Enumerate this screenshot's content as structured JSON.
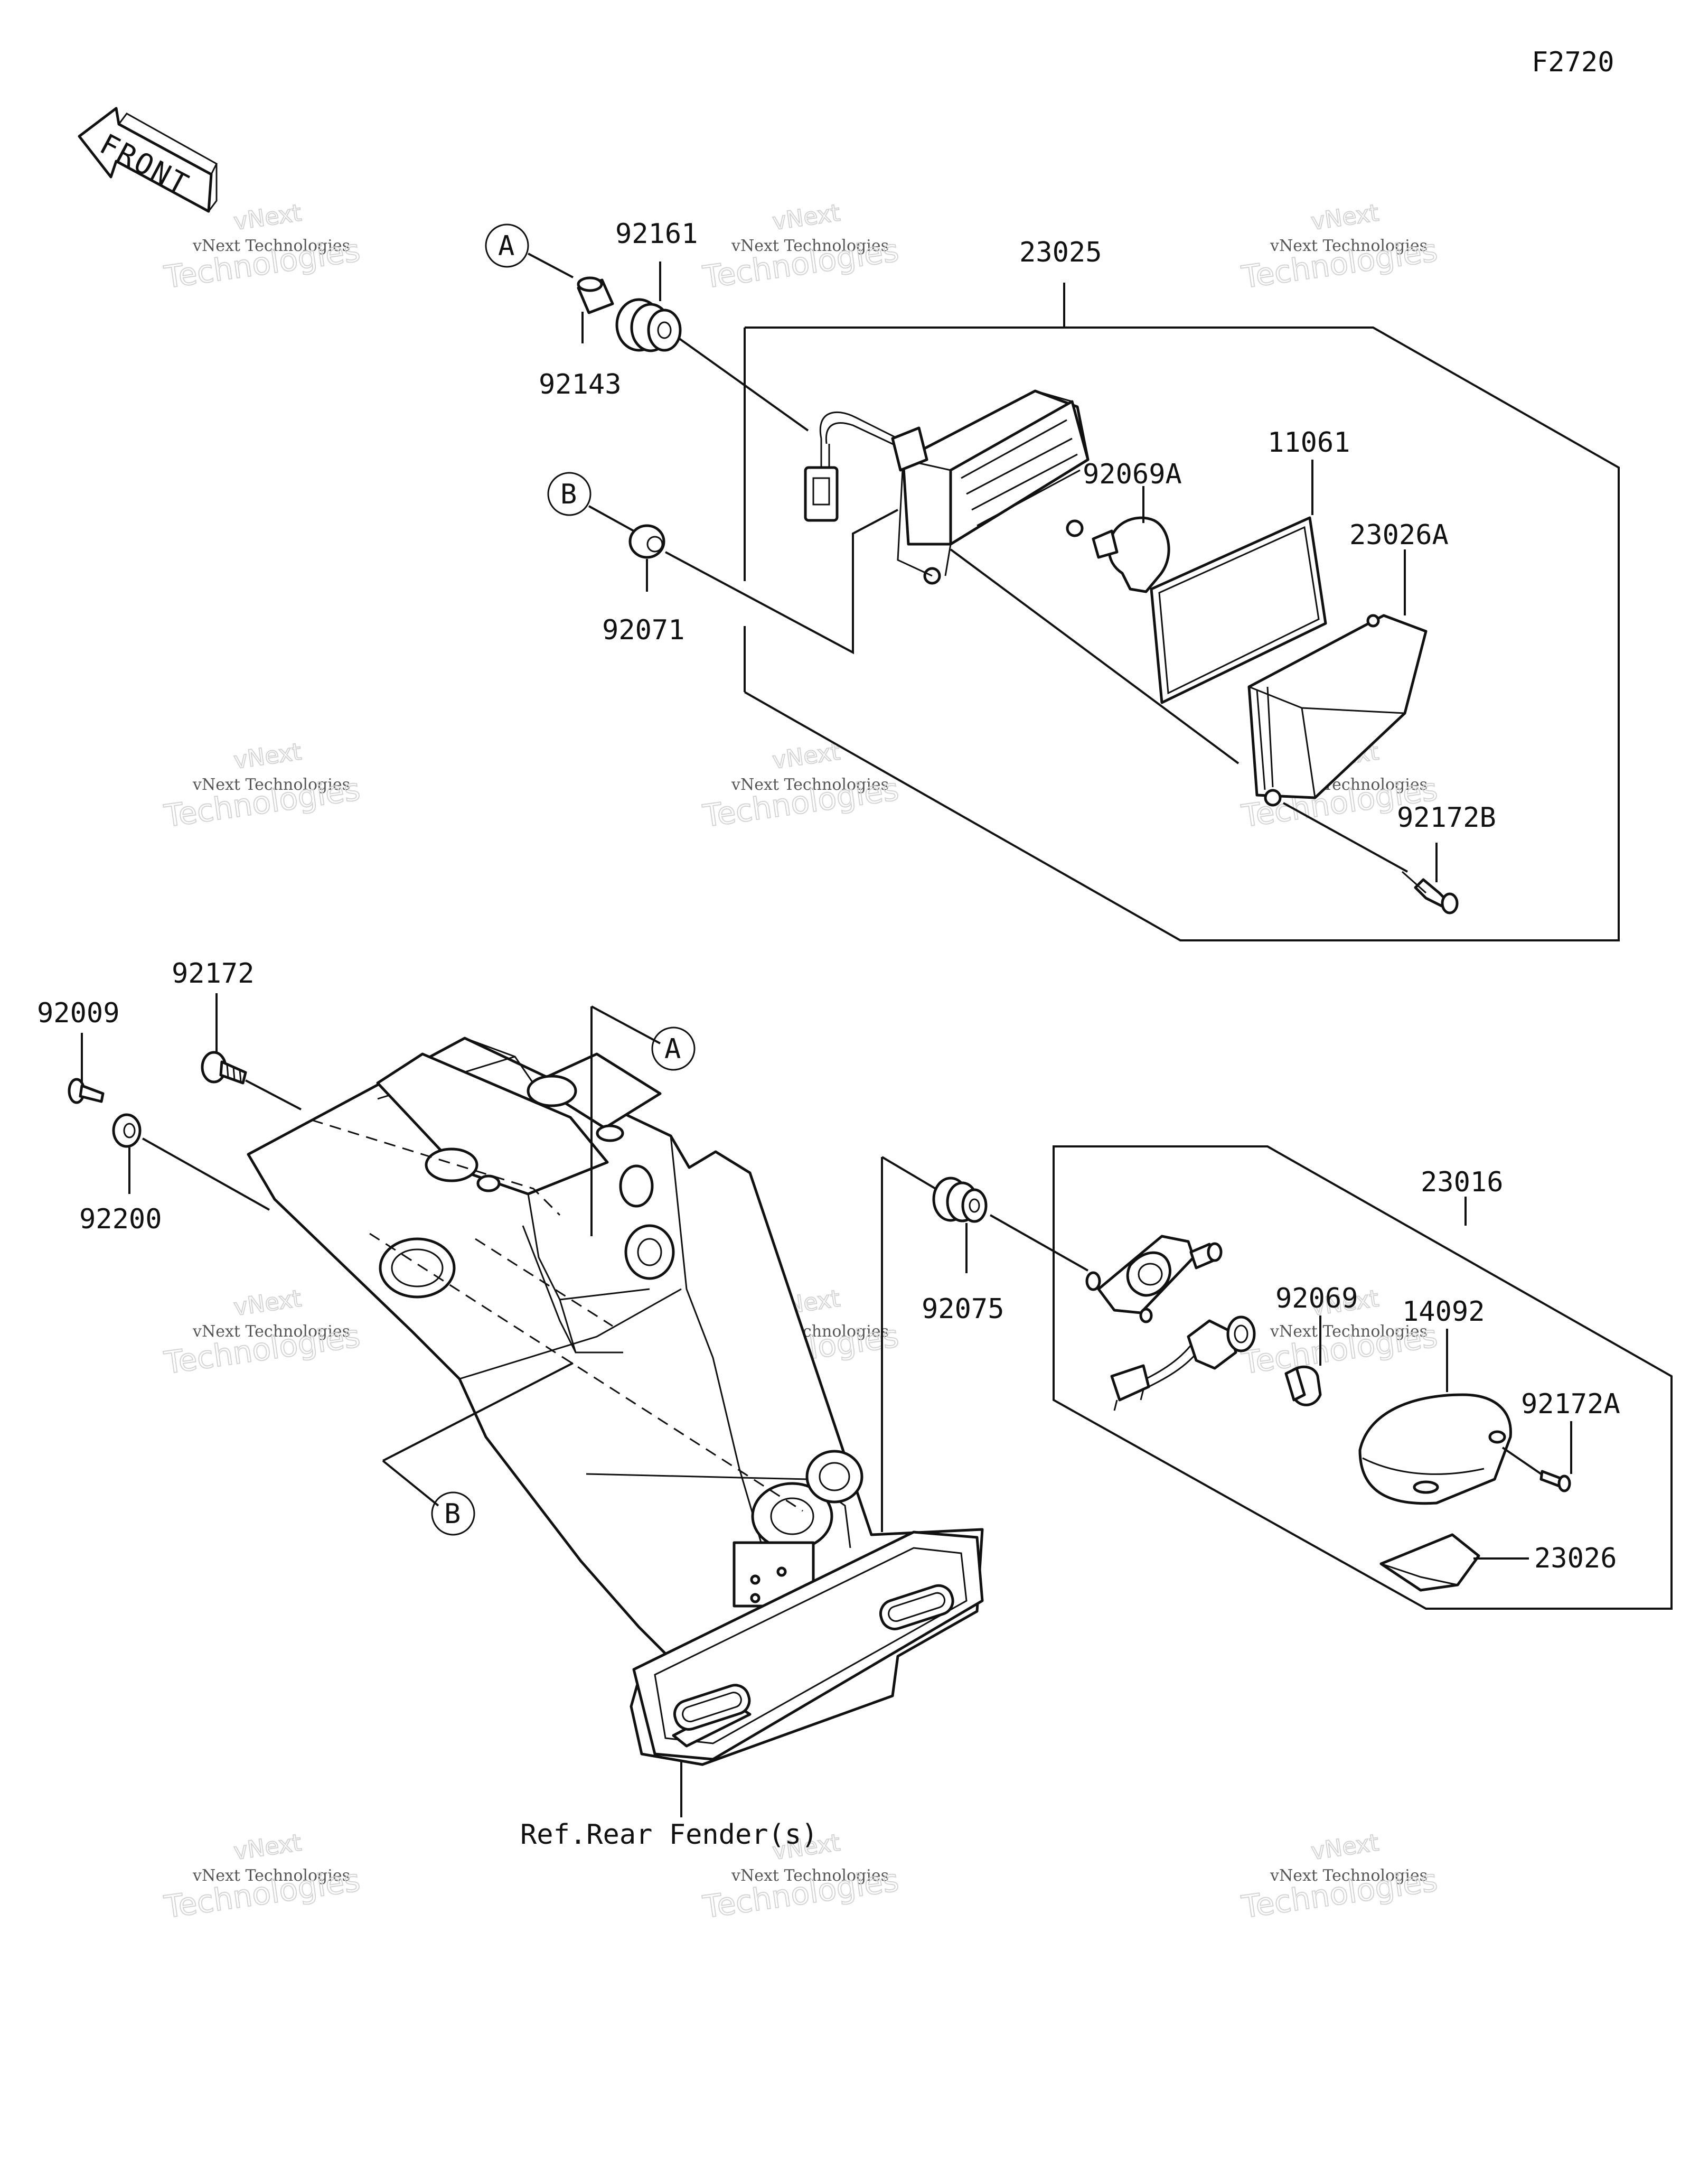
{
  "figure_code": "F2720",
  "front_arrow_text": "FRONT",
  "reference_label": "Ref.Rear Fender(s)",
  "watermark": {
    "line1": "vNext Technologies",
    "line2": "vNext",
    "line3": "Technologies"
  },
  "callouts": {
    "A": "A",
    "B": "B"
  },
  "parts": {
    "p92143": "92143",
    "p92161": "92161",
    "p23025": "23025",
    "p11061": "11061",
    "p92069A": "92069A",
    "p23026A": "23026A",
    "p92071": "92071",
    "p92172B": "92172B",
    "p92009": "92009",
    "p92172": "92172",
    "p92200": "92200",
    "p92075": "92075",
    "p23016": "23016",
    "p92069": "92069",
    "p14092": "14092",
    "p92172A": "92172A",
    "p23026": "23026"
  }
}
